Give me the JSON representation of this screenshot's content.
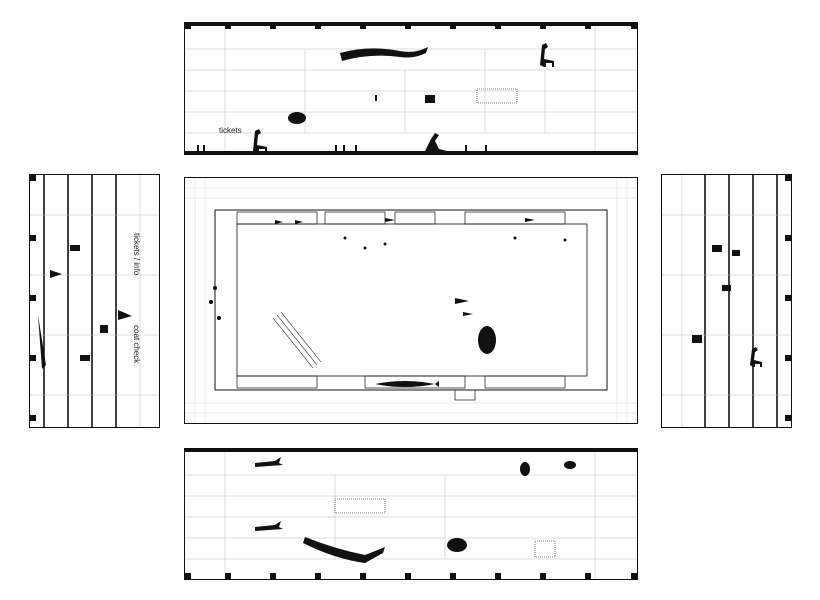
{
  "labels": {
    "tickets": "tickets",
    "tickets_info": "tickets / info",
    "coat_check": "coat check"
  },
  "colors": {
    "ink": "#111111",
    "grid": "#bbbbbb",
    "paper": "#ffffff"
  }
}
